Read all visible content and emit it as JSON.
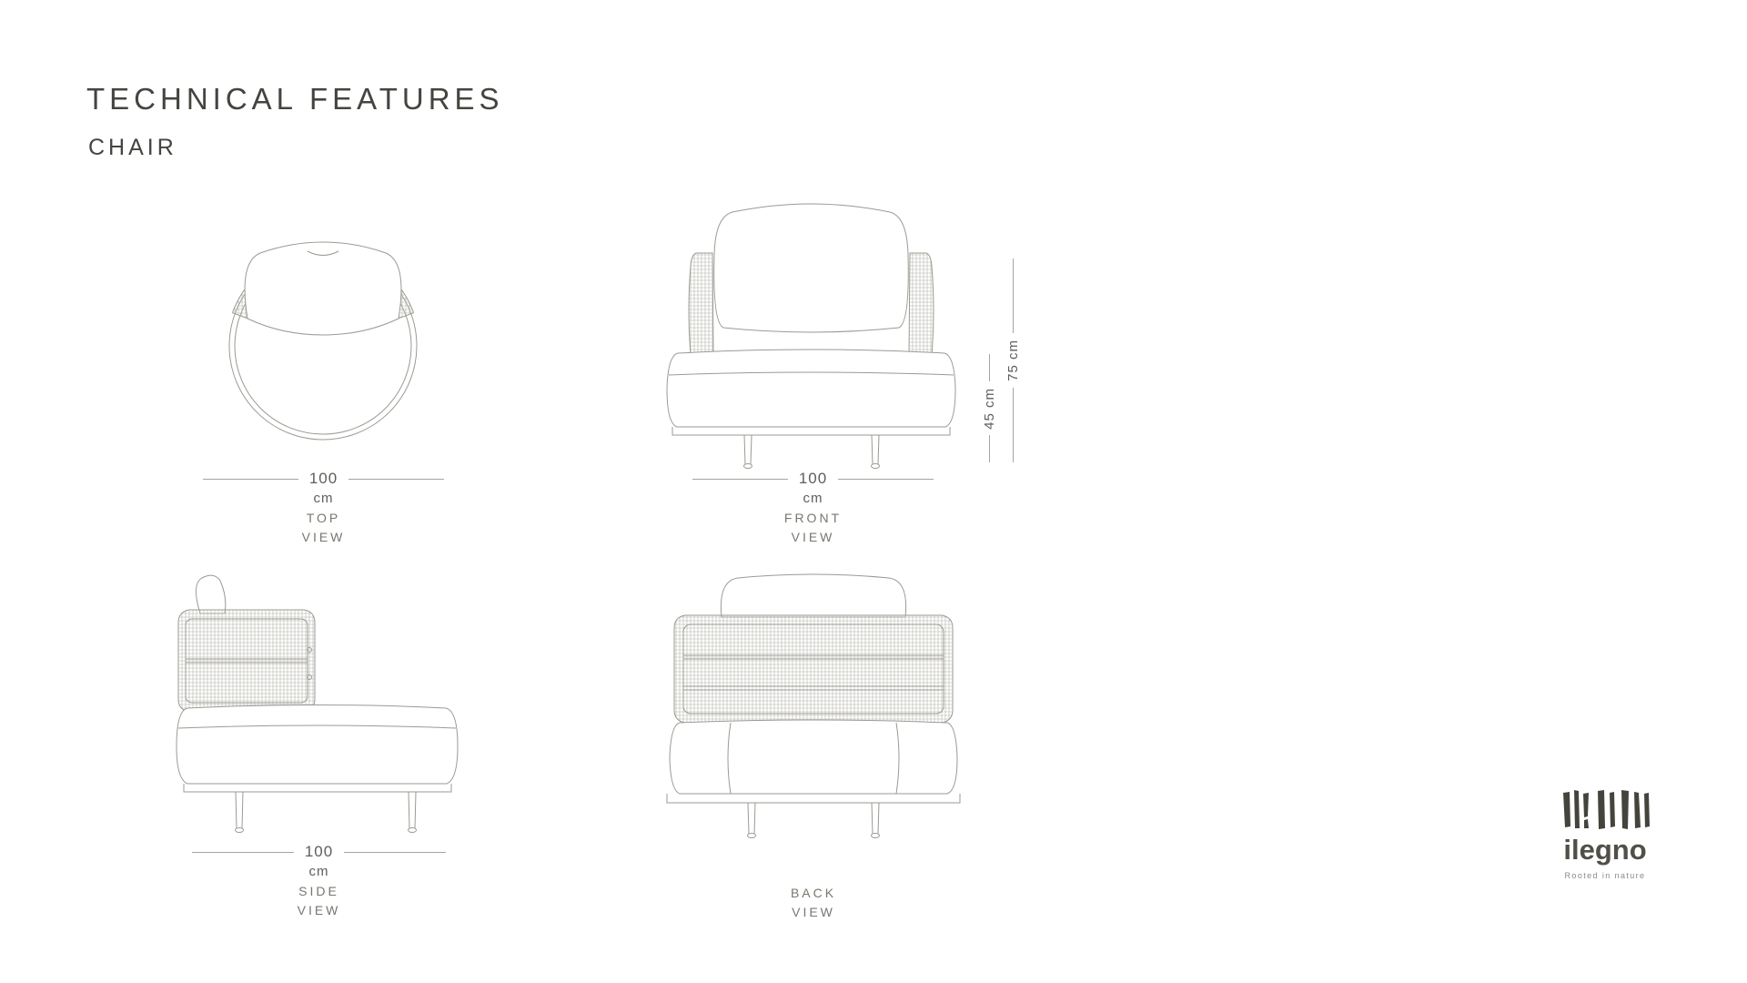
{
  "page": {
    "title": "TECHNICAL FEATURES",
    "subtitle": "CHAIR"
  },
  "views": {
    "top": {
      "dimension": "100",
      "unit": "cm",
      "name_line1": "TOP",
      "name_line2": "VIEW"
    },
    "front": {
      "dimension": "100",
      "unit": "cm",
      "name_line1": "FRONT",
      "name_line2": "VIEW",
      "total_height": "75 cm",
      "seat_height": "45 cm"
    },
    "side": {
      "dimension": "100",
      "unit": "cm",
      "name_line1": "SIDE",
      "name_line2": "VIEW"
    },
    "back": {
      "name_line1": "BACK",
      "name_line2": "VIEW"
    }
  },
  "logo": {
    "brand": "ilegno",
    "tagline": "Rooted in nature"
  },
  "colors": {
    "line": "#9b9a93",
    "dimension_line": "#a5a49d",
    "text": "#5f5e59",
    "title": "#45443f",
    "logo": "#45443c"
  }
}
